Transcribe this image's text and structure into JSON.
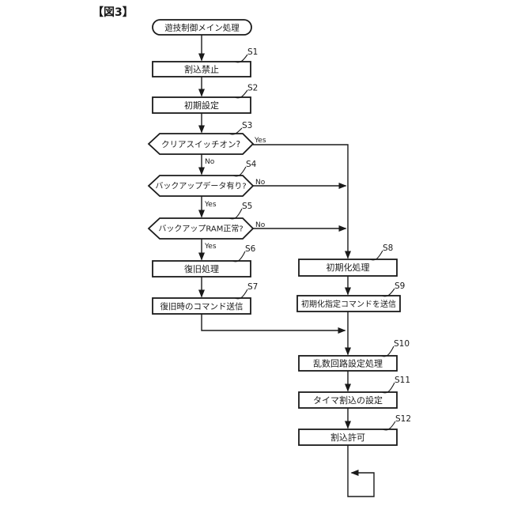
{
  "figure_label": "【図3】",
  "flowchart": {
    "start_label": "遊技制御メイン処理",
    "steps": {
      "s1": {
        "id": "S1",
        "label": "割込禁止"
      },
      "s2": {
        "id": "S2",
        "label": "初期設定"
      },
      "s3": {
        "id": "S3",
        "label": "クリアスイッチオン?",
        "branch_right": "Yes",
        "branch_down": "No"
      },
      "s4": {
        "id": "S4",
        "label": "バックアップデータ有り?",
        "branch_right": "No",
        "branch_down": "Yes"
      },
      "s5": {
        "id": "S5",
        "label": "バックアップRAM正常?",
        "branch_right": "No",
        "branch_down": "Yes"
      },
      "s6": {
        "id": "S6",
        "label": "復旧処理"
      },
      "s7": {
        "id": "S7",
        "label": "復旧時のコマンド送信"
      },
      "s8": {
        "id": "S8",
        "label": "初期化処理"
      },
      "s9": {
        "id": "S9",
        "label": "初期化指定コマンドを送信"
      },
      "s10": {
        "id": "S10",
        "label": "乱数回路設定処理"
      },
      "s11": {
        "id": "S11",
        "label": "タイマ割込の設定"
      },
      "s12": {
        "id": "S12",
        "label": "割込許可"
      }
    }
  },
  "colors": {
    "ink": "#1a1a1a",
    "paper": "#ffffff"
  }
}
